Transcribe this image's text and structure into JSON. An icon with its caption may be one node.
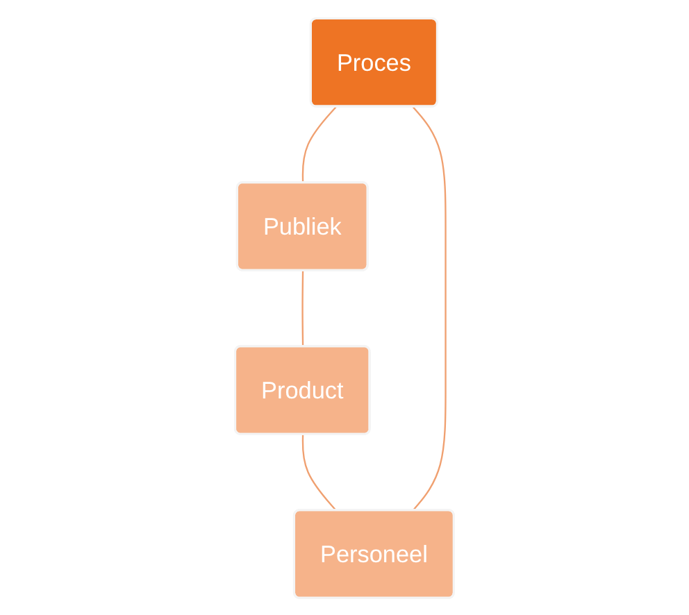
{
  "diagram": {
    "nodes": [
      {
        "text": [
          "Proces"
        ]
      },
      {
        "text": [
          "Publiek"
        ]
      },
      {
        "text": [
          "Product"
        ]
      },
      {
        "text": [
          "Personeel"
        ]
      }
    ],
    "edges": [
      {
        "from": 0,
        "to": 1,
        "arrow": "none"
      },
      {
        "from": 1,
        "to": 2,
        "arrow": "none"
      },
      {
        "from": 2,
        "to": 3,
        "arrow": "none"
      },
      {
        "from": 3,
        "to": 0,
        "arrow": "none"
      }
    ]
  }
}
